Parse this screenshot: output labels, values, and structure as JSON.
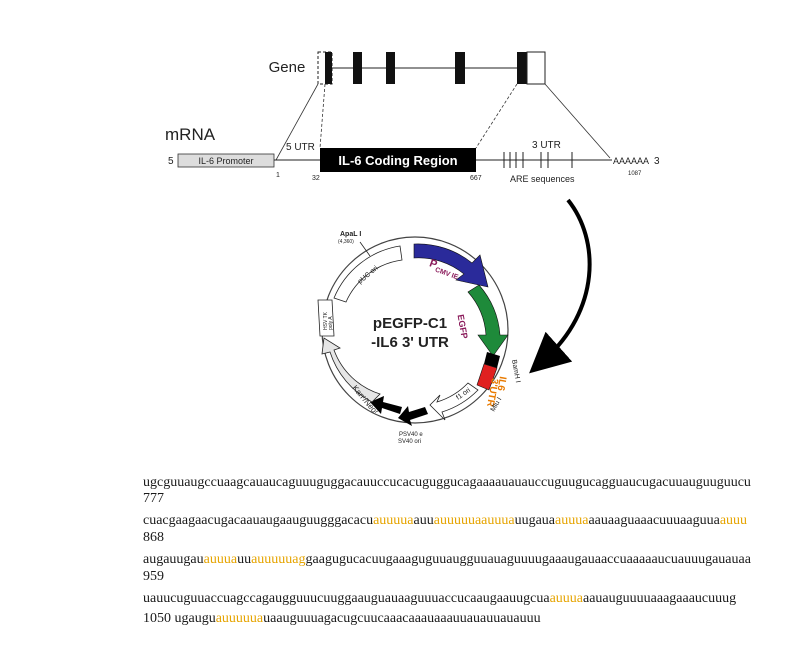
{
  "labels": {
    "gene": "Gene",
    "mrna": "mRNA",
    "five": "5",
    "three": "3",
    "promoter": "IL-6 Promoter",
    "utr5": "5 UTR",
    "utr3": "3 UTR",
    "coding": "IL-6 Coding Region",
    "pos1": "1",
    "pos32": "32",
    "pos667": "667",
    "pos1087": "1087",
    "polyA": "AAAAAA",
    "are": "ARE sequences"
  },
  "plasmid": {
    "title_line1": "pEGFP-C1",
    "title_line2": "-IL6 3' UTR",
    "apal": "ApaL I",
    "apal_pos": "(4,360)",
    "puc": "pUC ori",
    "pcmv_p": "P",
    "pcmv_sub": "CMV IE",
    "egfp": "EGFP",
    "bamhi": "BamH I",
    "il6_3utr_a": "IL6",
    "il6_3utr_b": "3'UTR",
    "mlu": "Mlu I",
    "f1": "f1 ori",
    "psv40_1": "PSV40 e",
    "psv40_2": "SV40 ori",
    "kan": "Kanʳ/Neoʳ",
    "hsv_1": "HSV TK",
    "hsv_2": "poly A"
  },
  "sequence": {
    "line1": [
      {
        "t": "ugcguuaugccuaagcauaucaguuuguggacauuccucacuguggucagaaaauauauccuguugucagguaucugacuuauguuguucu",
        "h": false
      }
    ],
    "num1": "777",
    "line2": [
      {
        "t": "cuacgaagaacugacaauaugaauguugggacacu",
        "h": false
      },
      {
        "t": "auuuua",
        "h": true
      },
      {
        "t": "auu",
        "h": false
      },
      {
        "t": "auuuuuaauuua",
        "h": true
      },
      {
        "t": "uugaua",
        "h": false
      },
      {
        "t": "auuua",
        "h": true
      },
      {
        "t": "aauaaguaaacuuuaaguua",
        "h": false
      },
      {
        "t": "auuu",
        "h": true
      }
    ],
    "num2": "868",
    "line3": [
      {
        "t": "augauugau",
        "h": false
      },
      {
        "t": "auuua",
        "h": true
      },
      {
        "t": "uu",
        "h": false
      },
      {
        "t": "auuuuuag",
        "h": true
      },
      {
        "t": "gaagugucacuugaaaguguuaugguuauaguuuugaaaugauaaccuaaaaaucuauuugauauaa",
        "h": false
      }
    ],
    "num3": "959",
    "line4": [
      {
        "t": "uauucuguuaccuagccagaugguuucuuggaauguauaaguuuaccucaaugaauugcua",
        "h": false
      },
      {
        "t": "auuua",
        "h": true
      },
      {
        "t": "aauauguuuuaaagaaaucuuug",
        "h": false
      }
    ],
    "line5": [
      {
        "t": "1050  ugaugu",
        "h": false
      },
      {
        "t": "auuuuua",
        "h": true
      },
      {
        "t": "uaauguuuagacugcuucaaacaaauaaauuauauuauauuu",
        "h": false
      }
    ]
  },
  "colors": {
    "highlight": "#e6a400",
    "egfp": "#1e8a3a",
    "pcmv": "#2a2a9a",
    "utr_insert": "#e02020",
    "utr_text": "#e87a00",
    "coding_box": "#000000"
  }
}
